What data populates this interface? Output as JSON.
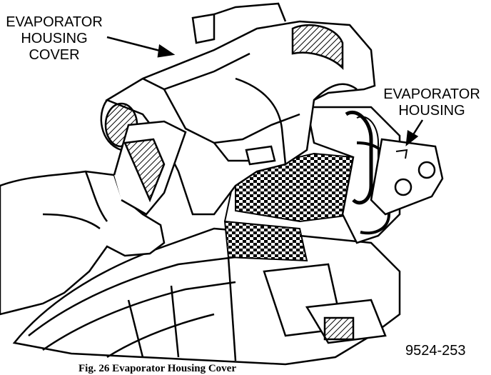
{
  "labels": {
    "cover_line1": "EVAPORATOR",
    "cover_line2": "HOUSING",
    "cover_line3": "COVER",
    "housing_line1": "EVAPORATOR",
    "housing_line2": "HOUSING"
  },
  "figure_number": "9524-253",
  "caption": "Fig. 26 Evaporator Housing Cover",
  "colors": {
    "ink": "#000000",
    "paper": "#ffffff"
  }
}
